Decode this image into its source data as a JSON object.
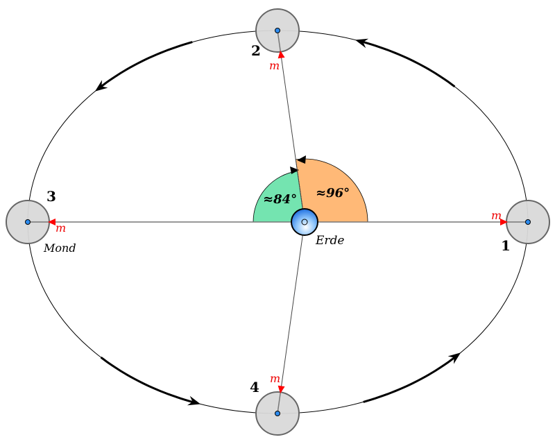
{
  "labels": {
    "earth": "Erde",
    "moon": "Mond",
    "mass": "m",
    "angle_left": "≈84°",
    "angle_right": "≈96°",
    "positions": [
      "1",
      "2",
      "3",
      "4"
    ]
  },
  "colors": {
    "angle_left": "#74e4b0",
    "angle_right": "#ffb977",
    "moon": "#d9d9d9",
    "mass_marker": "#ff0000",
    "earth": "#3f93ee"
  }
}
